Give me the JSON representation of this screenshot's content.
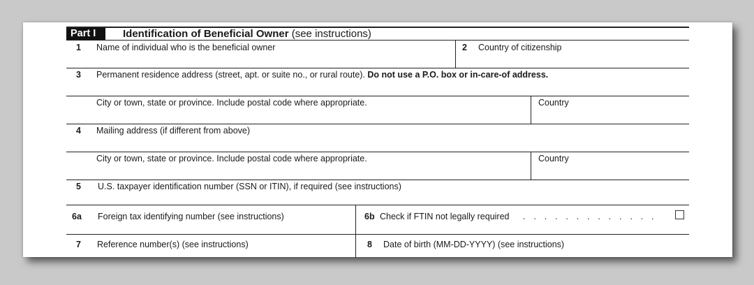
{
  "part": {
    "badge": "Part I",
    "title": "Identification of Beneficial Owner",
    "title_suffix": "(see instructions)"
  },
  "line1": {
    "number": "1",
    "label": "Name of individual who is the beneficial owner"
  },
  "line2": {
    "number": "2",
    "label": "Country of citizenship"
  },
  "line3": {
    "number": "3",
    "label": "Permanent residence address (street, apt. or suite no., or rural route).",
    "label_bold": "Do not use a P.O. box or in-care-of address.",
    "city_label": "City or town, state or province. Include postal code where appropriate.",
    "country_label": "Country"
  },
  "line4": {
    "number": "4",
    "label": "Mailing address (if different from above)",
    "city_label": "City or town, state or province. Include postal code where appropriate.",
    "country_label": "Country"
  },
  "line5": {
    "number": "5",
    "label": "U.S. taxpayer identification number (SSN or ITIN), if required (see instructions)"
  },
  "line6a": {
    "number": "6a",
    "label": "Foreign tax identifying number (see instructions)"
  },
  "line6b": {
    "number": "6b",
    "label": "Check if FTIN not legally required",
    "leader": ". . . . . . . . . . . . ."
  },
  "line7": {
    "number": "7",
    "label": "Reference number(s) (see instructions)"
  },
  "line8": {
    "number": "8",
    "label": "Date of birth (MM-DD-YYYY) (see instructions)"
  }
}
